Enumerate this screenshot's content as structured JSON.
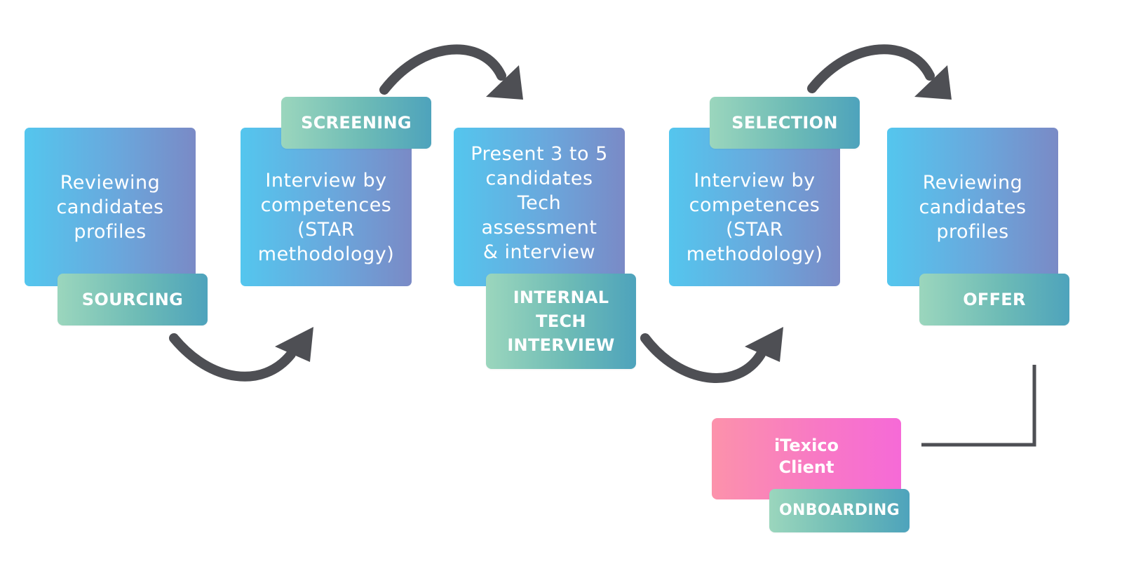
{
  "colors": {
    "step_gradient": [
      "#54c6ee",
      "#7a8ac6"
    ],
    "tag_gradient": [
      "#9bd6bd",
      "#4ea3bc"
    ],
    "client_gradient": [
      "#fc92ab",
      "#f66ad7"
    ],
    "arrow": "#4e4f54"
  },
  "steps": [
    {
      "box_text": "Reviewing\ncandidates\nprofiles",
      "tag": "SOURCING"
    },
    {
      "box_text": "Interview by\ncompetences\n(STAR\nmethodology)",
      "tag": "SCREENING"
    },
    {
      "box_text": "Present 3 to 5\ncandidates\nTech\nassessment\n& interview",
      "tag": "INTERNAL\nTECH\nINTERVIEW"
    },
    {
      "box_text": "Interview by\ncompetences\n(STAR\nmethodology)",
      "tag": "SELECTION"
    },
    {
      "box_text": "Reviewing\ncandidates\nprofiles",
      "tag": "OFFER"
    }
  ],
  "onboarding": {
    "box_text": "iTexico\nClient",
    "tag": "ONBOARDING"
  }
}
